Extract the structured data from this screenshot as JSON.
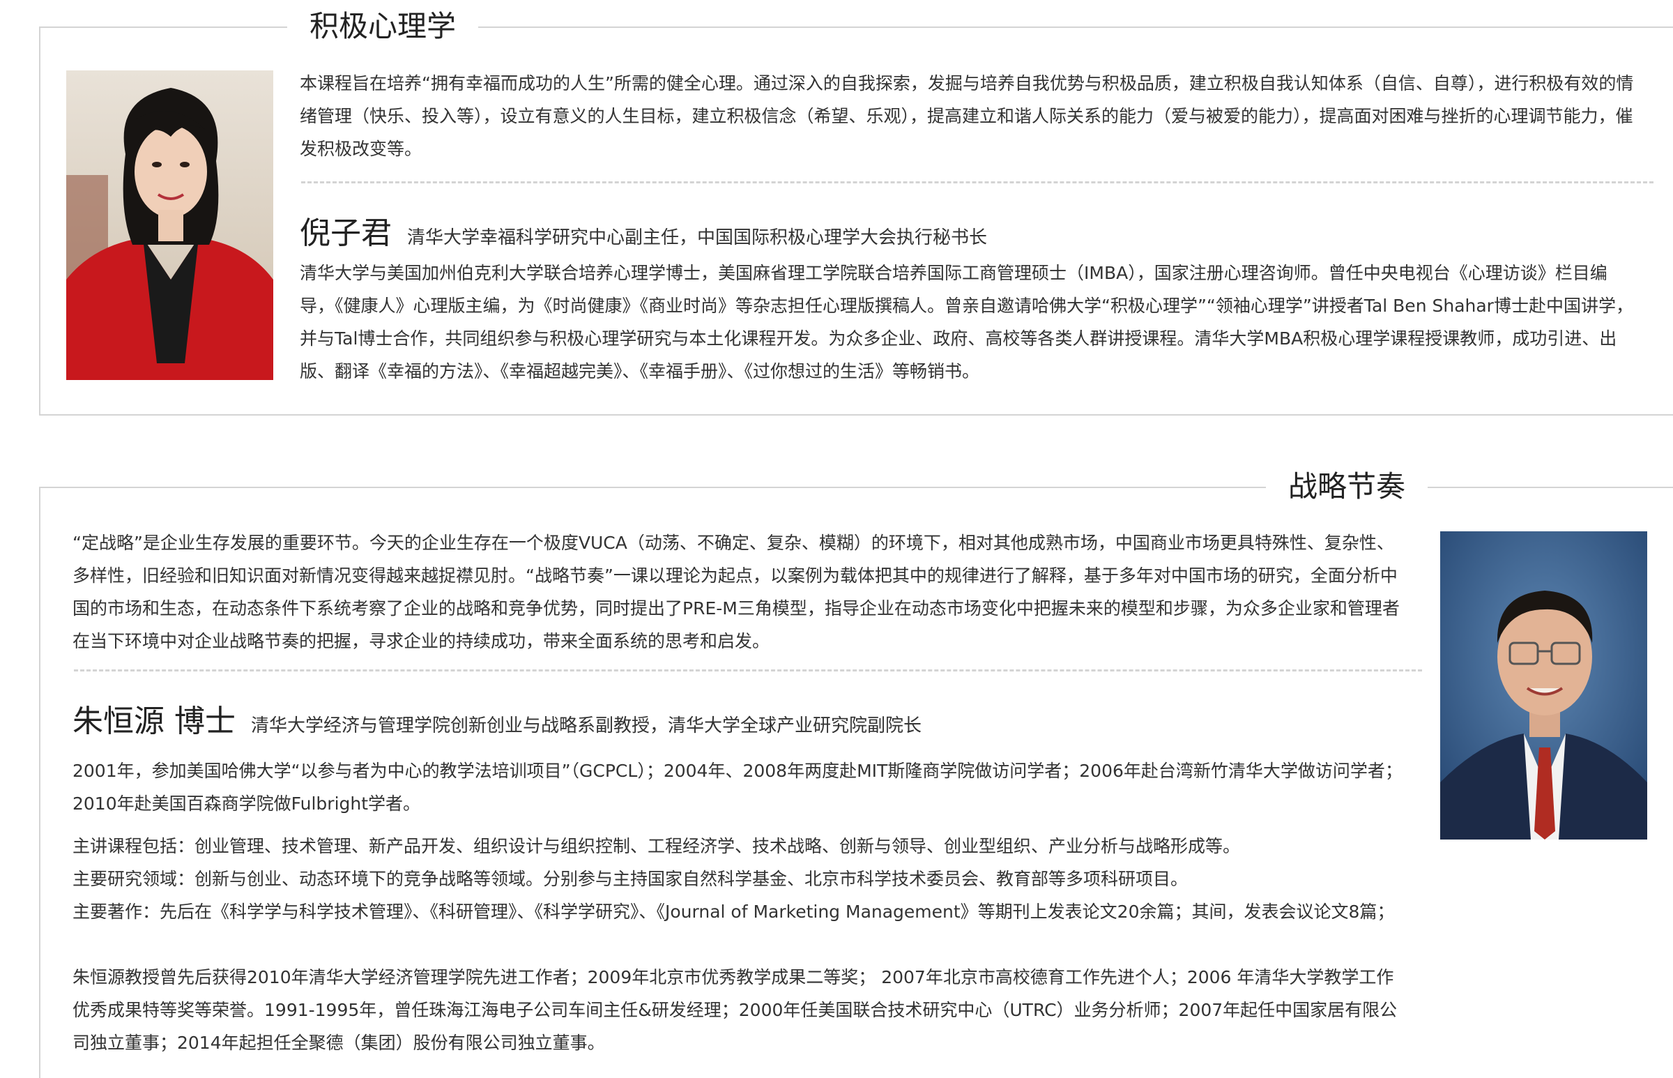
{
  "sections": [
    {
      "title": "积极心理学",
      "description": "本课程旨在培养“拥有幸福而成功的人生”所需的健全心理。通过深入的自我探索，发掘与培养自我优势与积极品质，建立积极自我认知体系（自信、自尊），进行积极有效的情绪管理（快乐、投入等），设立有意义的人生目标，建立积极信念（希望、乐观），提高建立和谐人际关系的能力（爱与被爱的能力），提高面对困难与挫折的心理调节能力，催发积极改变等。",
      "instructor": {
        "name": "倪子君",
        "title": "清华大学幸福科学研究中心副主任，中国国际积极心理学大会执行秘书长",
        "bio": "清华大学与美国加州伯克利大学联合培养心理学博士，美国麻省理工学院联合培养国际工商管理硕士（IMBA），国家注册心理咨询师。曾任中央电视台《心理访谈》栏目编导，《健康人》心理版主编，为《时尚健康》《商业时尚》等杂志担任心理版撰稿人。曾亲自邀请哈佛大学“积极心理学”“领袖心理学”讲授者Tal Ben Shahar博士赴中国讲学，并与Tal博士合作，共同组织参与积极心理学研究与本土化课程开发。为众多企业、政府、高校等各类人群讲授课程。清华大学MBA积极心理学课程授课教师，成功引进、出版、翻译《幸福的方法》、《幸福超越完美》、《幸福手册》、《过你想过的生活》等畅销书。"
      }
    },
    {
      "title": "战略节奏",
      "description": "“定战略”是企业生存发展的重要环节。今天的企业生存在一个极度VUCA（动荡、不确定、复杂、模糊）的环境下，相对其他成熟市场，中国商业市场更具特殊性、复杂性、多样性，旧经验和旧知识面对新情况变得越来越捉襟见肘。“战略节奏”一课以理论为起点，以案例为载体把其中的规律进行了解释，基于多年对中国市场的研究，全面分析中国的市场和生态，在动态条件下系统考察了企业的战略和竞争优势，同时提出了PRE-M三角模型，指导企业在动态市场变化中把握未来的模型和步骤，为众多企业家和管理者在当下环境中对企业战略节奏的把握，寻求企业的持续成功，带来全面系统的思考和启发。",
      "instructor": {
        "name": "朱恒源 博士",
        "title": "清华大学经济与管理学院创新创业与战略系副教授，清华大学全球产业研究院副院长",
        "bio": "2001年，参加美国哈佛大学“以参与者为中心的教学法培训项目”（GCPCL）；2004年、2008年两度赴MIT斯隆商学院做访问学者；2006年赴台湾新竹清华大学做访问学者；2010年赴美国百森商学院做Fulbright学者。",
        "courses": "主讲课程包括：创业管理、技术管理、新产品开发、组织设计与组织控制、工程经济学、技术战略、创新与领导、创业型组织、产业分析与战略形成等。",
        "research": "主要研究领域：创新与创业、动态环境下的竞争战略等领域。分别参与主持国家自然科学基金、北京市科学技术委员会、教育部等多项科研项目。",
        "publications": "主要著作：先后在《科学学与科学技术管理》、《科研管理》、《科学学研究》、《Journal of Marketing Management》等期刊上发表论文20余篇；其间，发表会议论文8篇；",
        "honors": "朱恒源教授曾先后获得2010年清华大学经济管理学院先进工作者；2009年北京市优秀教学成果二等奖； 2007年北京市高校德育工作先进个人；2006 年清华大学教学工作优秀成果特等奖等荣誉。1991-1995年，曾任珠海江海电子公司车间主任&研发经理；2000年任美国联合技术研究中心（UTRC）业务分析师；2007年起任中国家居有限公司独立董事；2014年起担任全聚德（集团）股份有限公司独立董事。"
      }
    }
  ]
}
